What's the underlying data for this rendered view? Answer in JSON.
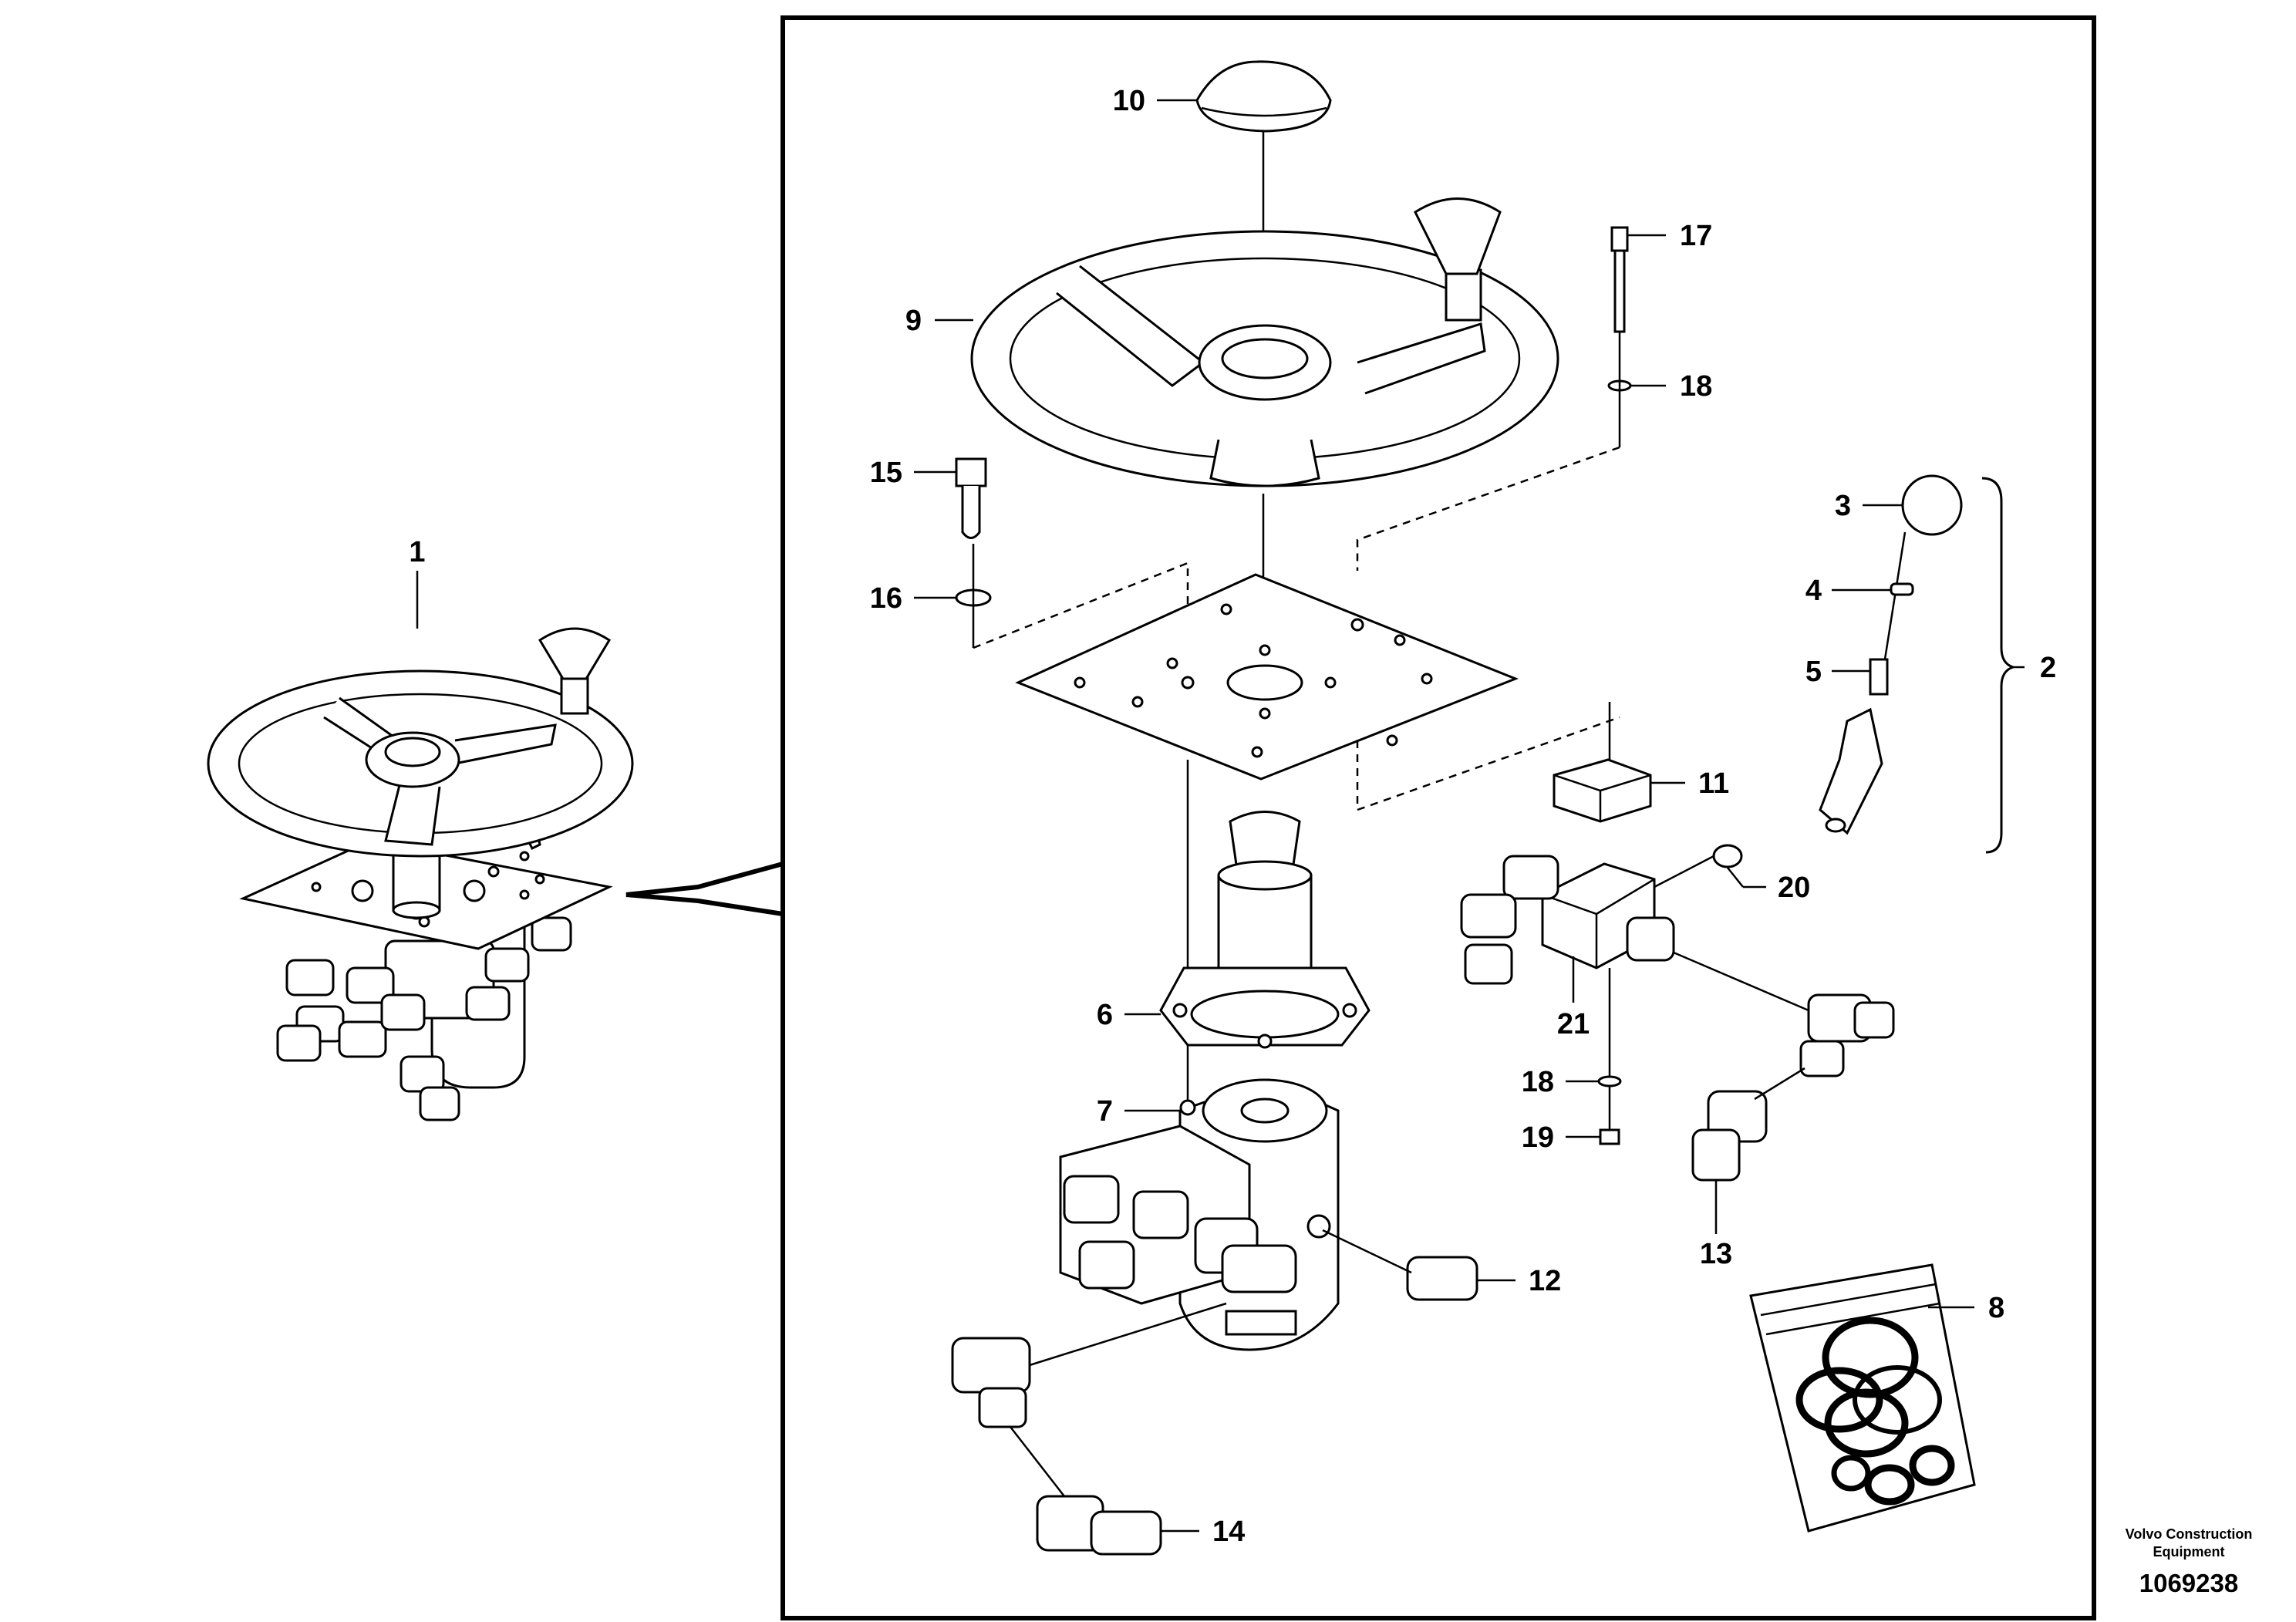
{
  "diagram": {
    "callouts": {
      "c1": "1",
      "c2": "2",
      "c3": "3",
      "c4": "4",
      "c5": "5",
      "c6": "6",
      "c7": "7",
      "c8": "8",
      "c9": "9",
      "c10": "10",
      "c11": "11",
      "c12": "12",
      "c13": "13",
      "c14": "14",
      "c15": "15",
      "c16": "16",
      "c17": "17",
      "c18a": "18",
      "c18b": "18",
      "c19": "19",
      "c20": "20",
      "c21": "21"
    },
    "credit_line1": "Volvo Construction",
    "credit_line2": "Equipment",
    "document_number": "1069238"
  }
}
